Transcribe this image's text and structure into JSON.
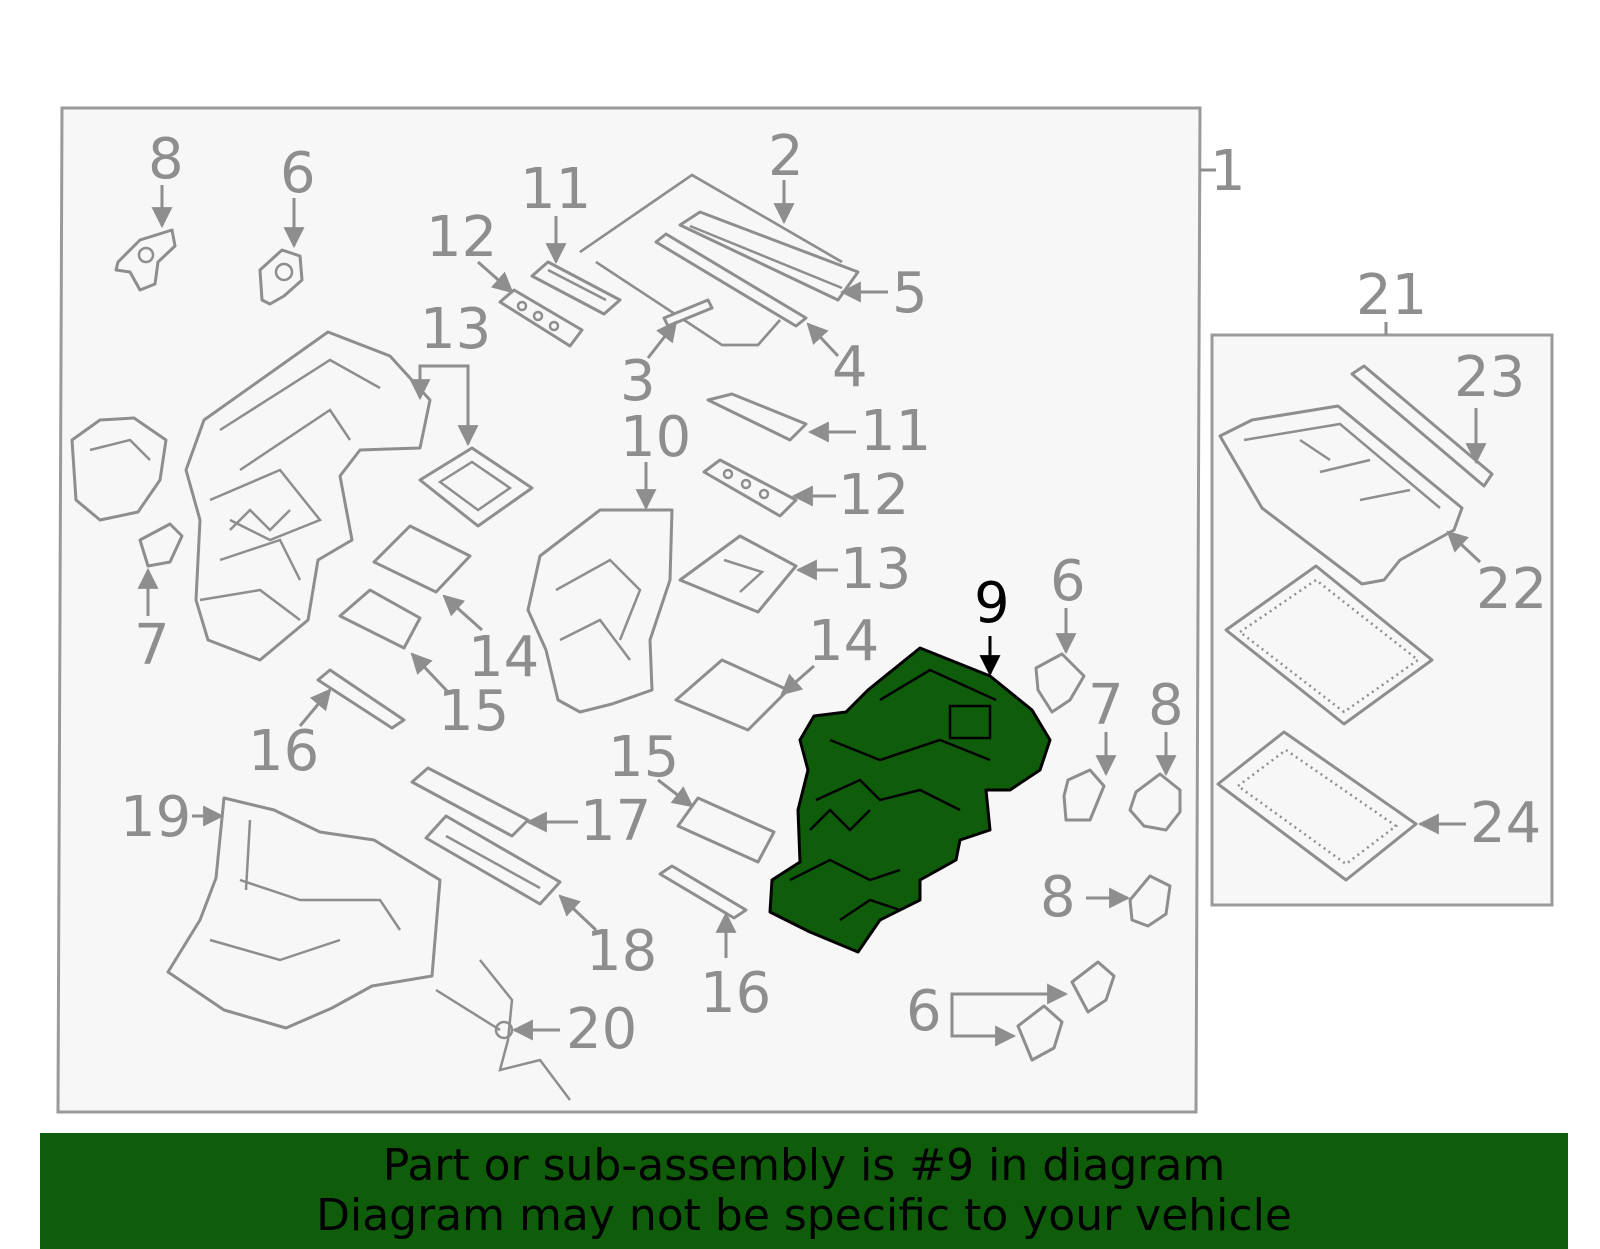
{
  "colors": {
    "banner_bg": "#0f5c0a",
    "highlight_fill": "#0f5c0a",
    "line_gray": "#8e8e8e",
    "panel_bg": "#f7f7f7"
  },
  "callouts": {
    "c1": "1",
    "c2": "2",
    "c3": "3",
    "c4": "4",
    "c5": "5",
    "c6a": "6",
    "c6b": "6",
    "c6c": "6",
    "c7a": "7",
    "c7b": "7",
    "c8a": "8",
    "c8b": "8",
    "c8c": "8",
    "c9": "9",
    "c10": "10",
    "c11a": "11",
    "c11b": "11",
    "c12a": "12",
    "c12b": "12",
    "c13a": "13",
    "c13b": "13",
    "c14a": "14",
    "c14b": "14",
    "c15a": "15",
    "c15b": "15",
    "c16a": "16",
    "c16b": "16",
    "c17": "17",
    "c18": "18",
    "c19": "19",
    "c20": "20",
    "c21": "21",
    "c22": "22",
    "c23": "23",
    "c24": "24"
  },
  "highlighted_part": "9",
  "banner": {
    "line1": "Part or sub-assembly is #9 in diagram",
    "line2": "Diagram may not be specific to your vehicle"
  }
}
